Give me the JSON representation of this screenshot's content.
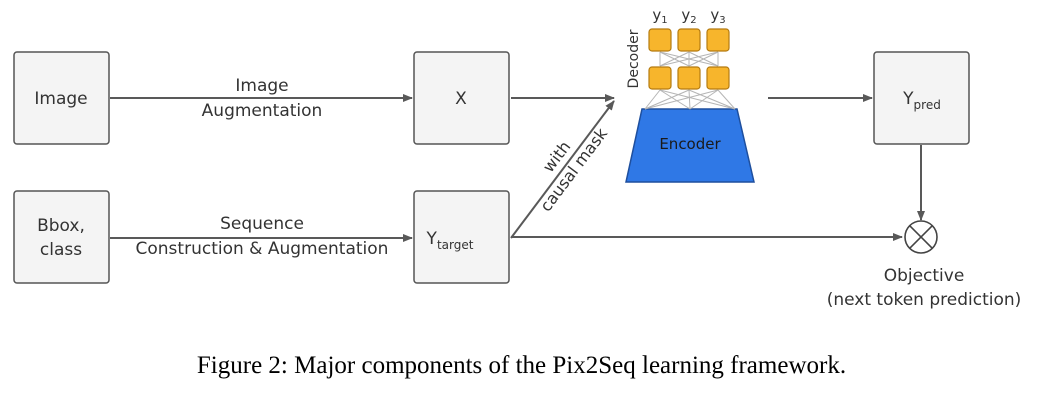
{
  "diagram": {
    "nodes": {
      "image": "Image",
      "bbox_line1": "Bbox,",
      "bbox_line2": "class",
      "x": "X",
      "ytarget_base": "Y",
      "ytarget_sub": "target",
      "ypred_base": "Y",
      "ypred_sub": "pred",
      "encoder": "Encoder",
      "decoder": "Decoder"
    },
    "outputs": {
      "y1_base": "y",
      "y1_sub": "1",
      "y2_base": "y",
      "y2_sub": "2",
      "y3_base": "y",
      "y3_sub": "3"
    },
    "edges": {
      "image_aug_line1": "Image",
      "image_aug_line2": "Augmentation",
      "seq_line1": "Sequence",
      "seq_line2": "Construction & Augmentation",
      "mask_line1": "with",
      "mask_line2": "causal mask"
    },
    "objective": {
      "line1": "Objective",
      "line2": "(next token prediction)"
    },
    "colors": {
      "box_fill": "#f4f4f4",
      "box_stroke": "#555555",
      "arrow": "#595959",
      "encoder_fill": "#2f78e6",
      "token_fill": "#f7b52c",
      "token_stroke": "#b57b10"
    }
  },
  "caption": "Figure 2: Major components of the Pix2Seq learning framework."
}
